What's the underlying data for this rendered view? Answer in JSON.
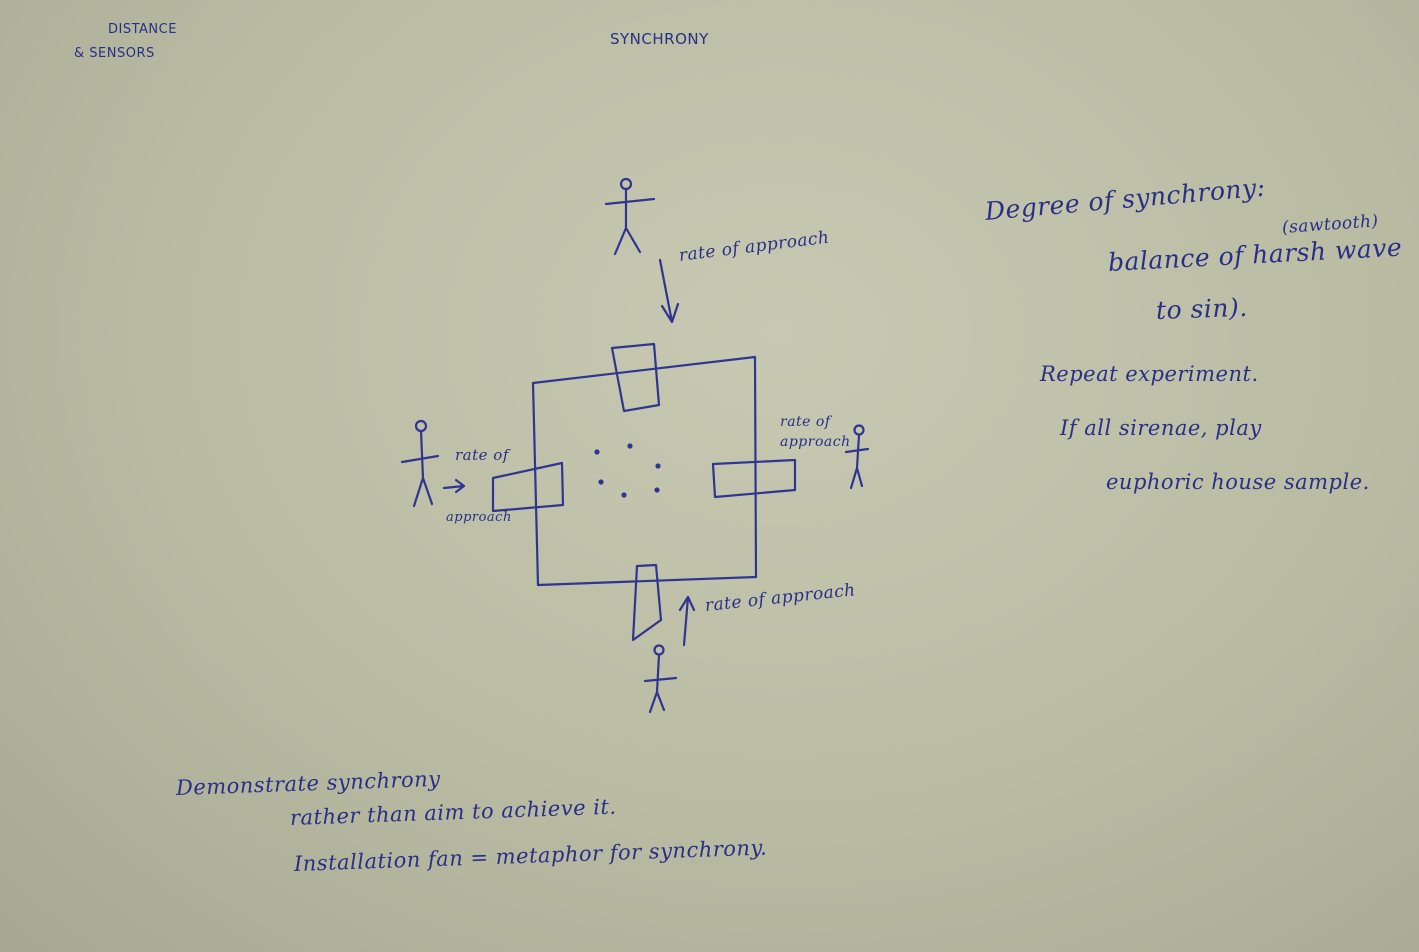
{
  "header": {
    "title": "SYNCHRONY",
    "corner_note_line1": "DISTANCE",
    "corner_note_line2": "& SENSORS"
  },
  "diagram": {
    "label_top": "rate of approach",
    "label_bottom": "rate of approach",
    "label_left_line1": "rate of",
    "label_left_line2": "approach",
    "label_right_line1": "rate of",
    "label_right_line2": "approach"
  },
  "notes_right": {
    "line1": "Degree of synchrony:",
    "aside": "(sawtooth)",
    "line2": "balance of harsh wave",
    "line3": "to sin).",
    "line4": "Repeat experiment.",
    "line5": "If all sirenae, play",
    "line6": "euphoric house sample."
  },
  "notes_bottom": {
    "line1": "Demonstrate synchrony",
    "line2": "rather than aim to achieve it.",
    "line3": "Installation fan = metaphor for synchrony."
  },
  "colors": {
    "ink": "#2f3590",
    "paper": "#c2c4ac"
  }
}
